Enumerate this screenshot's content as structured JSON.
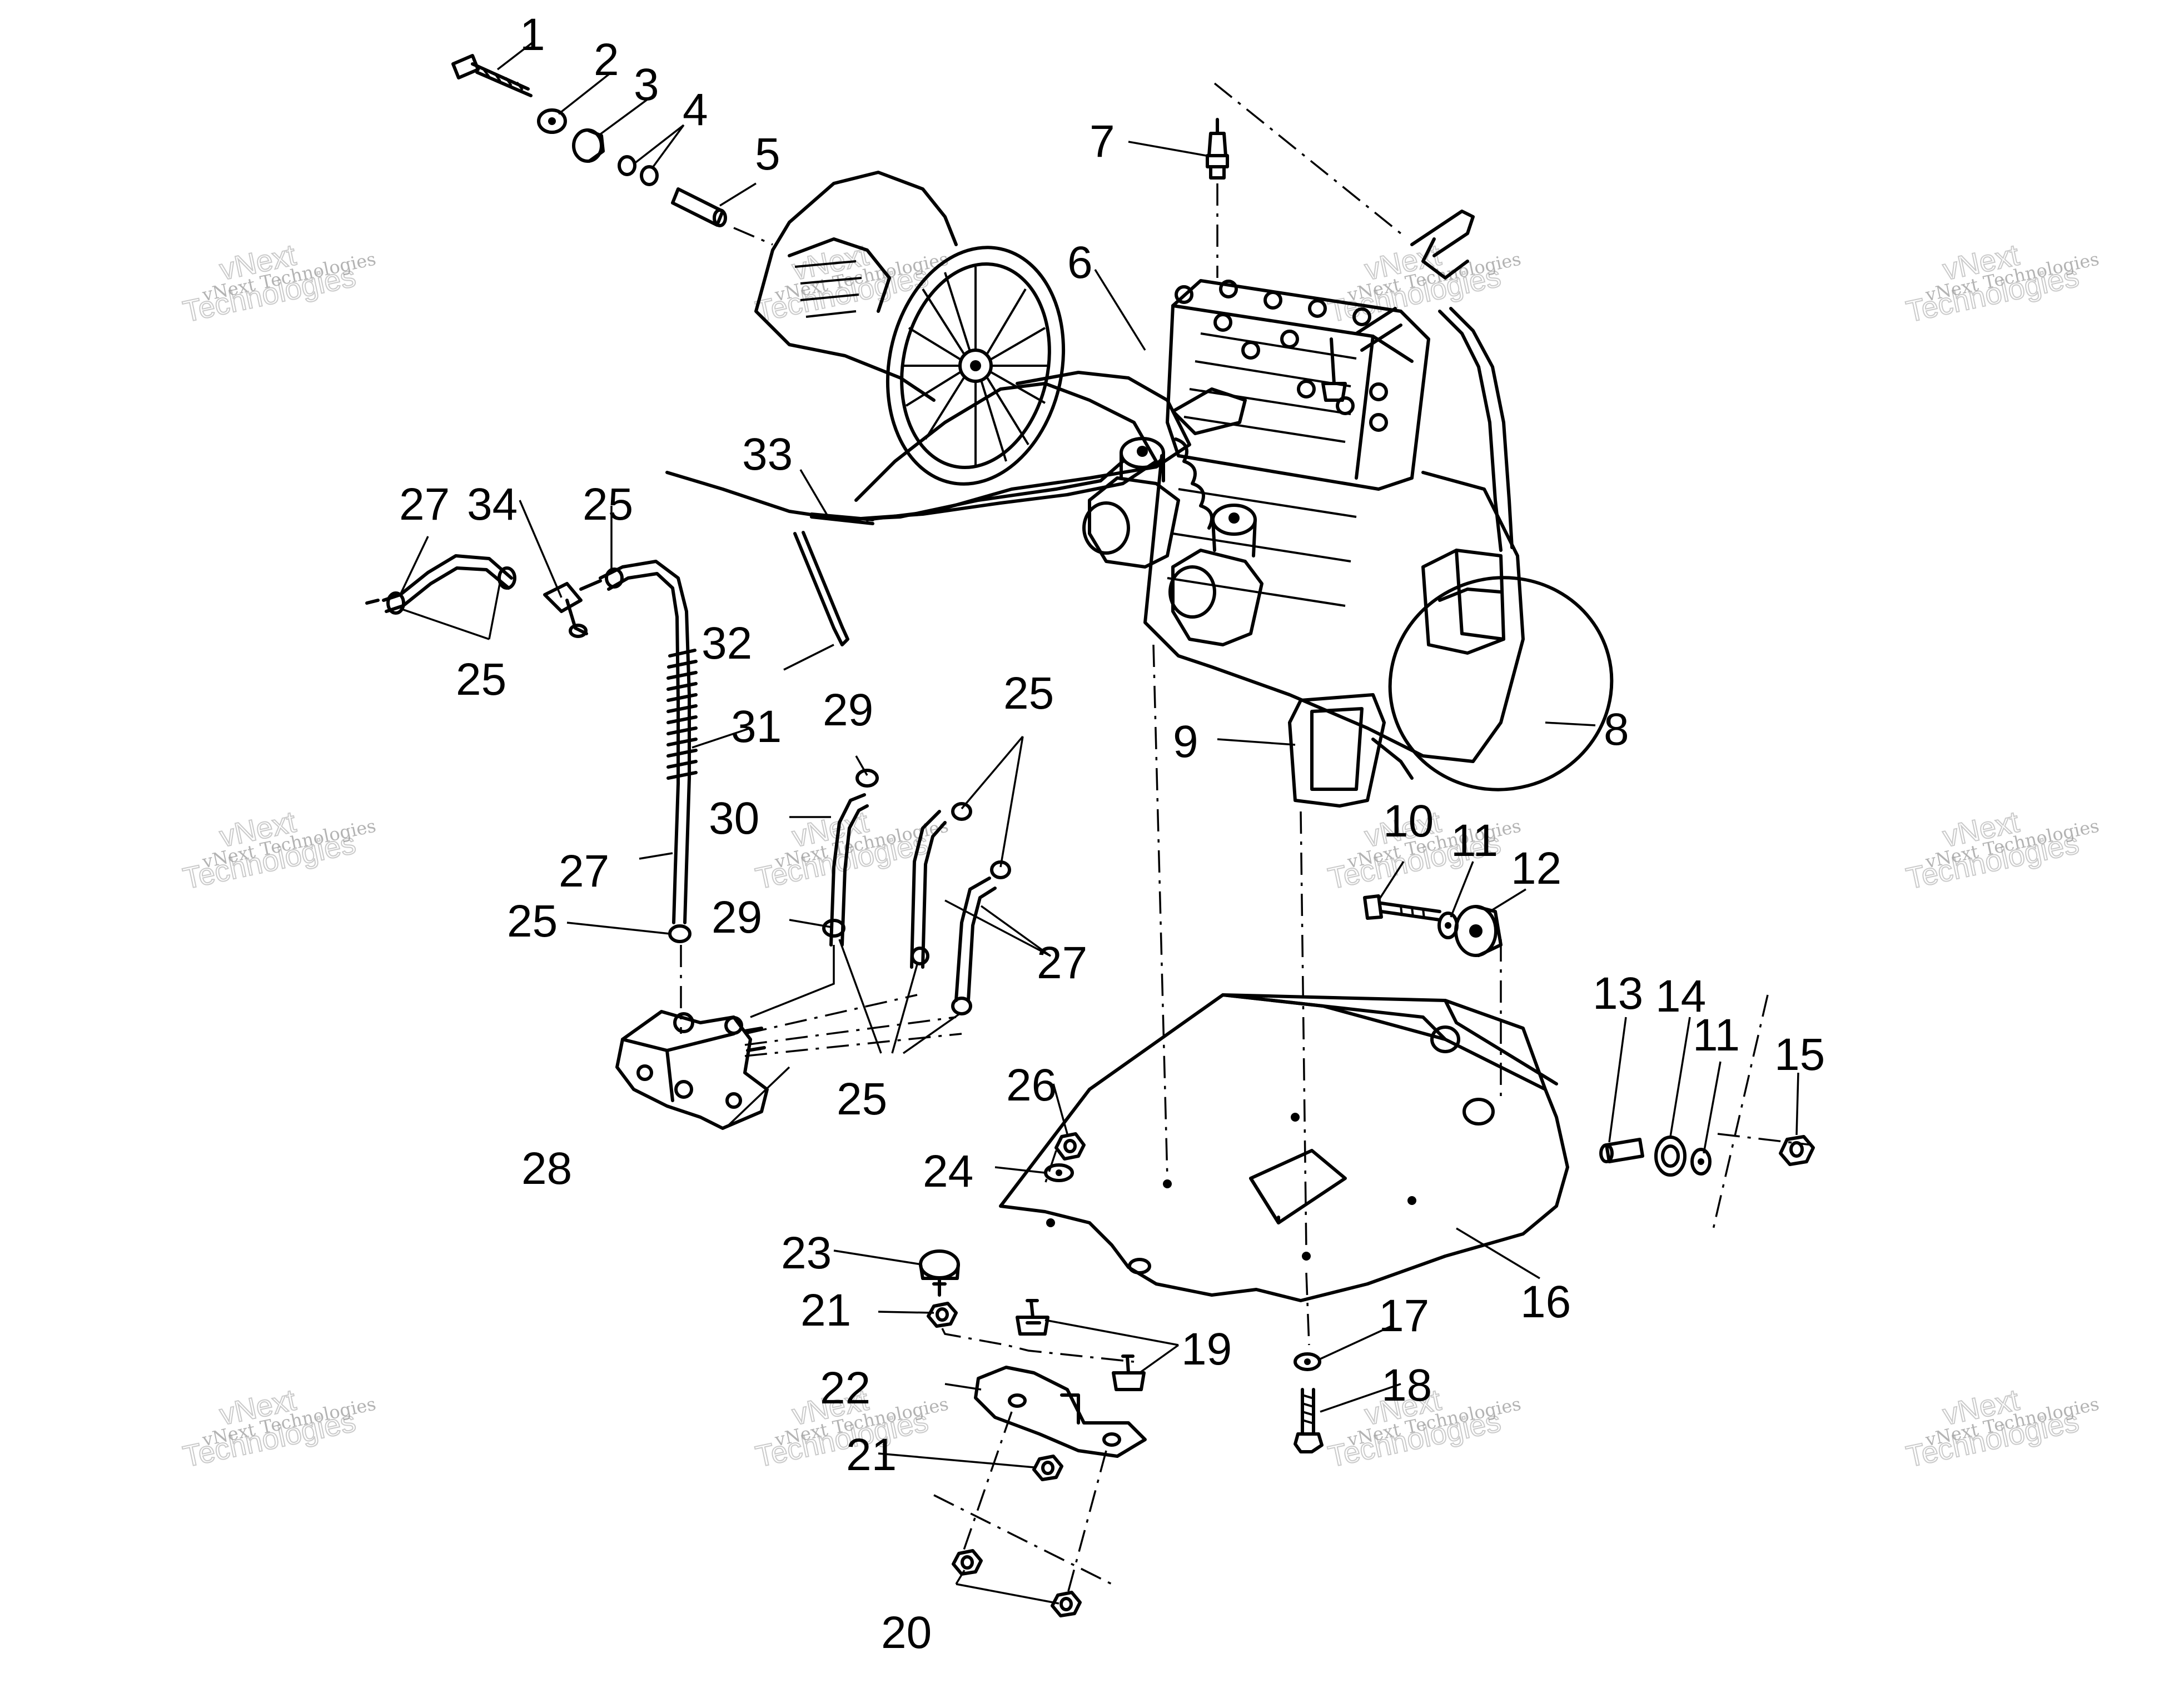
{
  "callouts": [
    "1",
    "2",
    "3",
    "4",
    "5",
    "6",
    "7",
    "8",
    "9",
    "10",
    "11",
    "11",
    "12",
    "13",
    "14",
    "15",
    "16",
    "17",
    "18",
    "19",
    "20",
    "21",
    "21",
    "22",
    "23",
    "24",
    "25",
    "25",
    "25",
    "25",
    "25",
    "25",
    "26",
    "27",
    "27",
    "27",
    "28",
    "29",
    "29",
    "30",
    "31",
    "32",
    "33",
    "34"
  ],
  "watermark": {
    "line1": "vNext",
    "line2": "Technologies",
    "caption": "vNext Technologies"
  }
}
